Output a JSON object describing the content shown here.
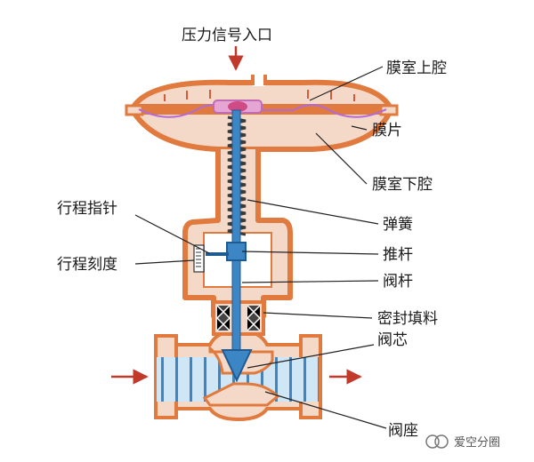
{
  "labels": {
    "inlet": "压力信号入口",
    "upper_chamber": "膜室上腔",
    "diaphragm": "膜片",
    "lower_chamber": "膜室下腔",
    "stroke_pointer": "行程指针",
    "stroke_scale": "行程刻度",
    "spring": "弹簧",
    "push_rod": "推杆",
    "valve_stem": "阀杆",
    "packing": "密封填料",
    "valve_core": "阀芯",
    "valve_seat": "阀座"
  },
  "watermark": "爱空分圈",
  "colors": {
    "body_fill": "#f5d9c8",
    "body_stroke": "#e07a3e",
    "flow_blue": "#3d86c6",
    "arrow_red": "#c0392b",
    "leader": "#222222"
  }
}
